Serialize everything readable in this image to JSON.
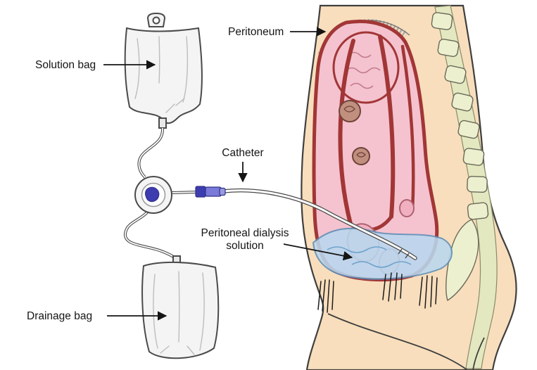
{
  "figure": {
    "labels": {
      "solution_bag": "Solution bag",
      "peritoneum": "Peritoneum",
      "catheter": "Catheter",
      "pd_solution_line1": "Peritoneal dialysis",
      "pd_solution_line2": "solution",
      "drainage_bag": "Drainage bag"
    },
    "colors": {
      "background": "#ffffff",
      "skin": "#f8debc",
      "outline": "#3f3f3f",
      "peritoneum_stroke": "#a23636",
      "peritoneum_fill": "#f4c3cf",
      "organ_pink_large": "#f2b6c6",
      "organ_pink": "#f0b0c0",
      "intestine_brown": "#c08f7e",
      "solution_blue": "#b9d8ef",
      "solution_blue_line": "#5e8fb8",
      "spine": "#edf0cf",
      "spine_band": "#e4e8c0",
      "bag_fill": "#f4f4f4",
      "connector_blue_dark": "#3d3db0",
      "connector_blue": "#7a7ad8",
      "connector_blue_light": "#9a9ae0"
    }
  }
}
